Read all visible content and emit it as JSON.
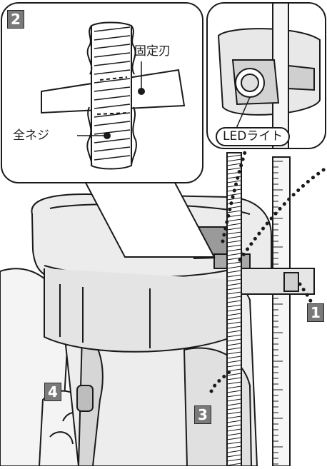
{
  "callouts": {
    "step1": "1",
    "step2": "2",
    "step3": "3",
    "step4": "4"
  },
  "labels": {
    "fixed_blade": "固定刃",
    "full_thread": "全ネジ",
    "led_light": "LEDライト"
  },
  "colors": {
    "badge_fill": "#7a7a7a",
    "line": "#1a1a1a",
    "tool_body": "#ededed",
    "tool_shade": "#d6d6d6",
    "rod_fill": "#ffffff"
  },
  "icons": {
    "dotted_leader": "dotted-leader",
    "zoom_inset": "zoom-inset"
  }
}
